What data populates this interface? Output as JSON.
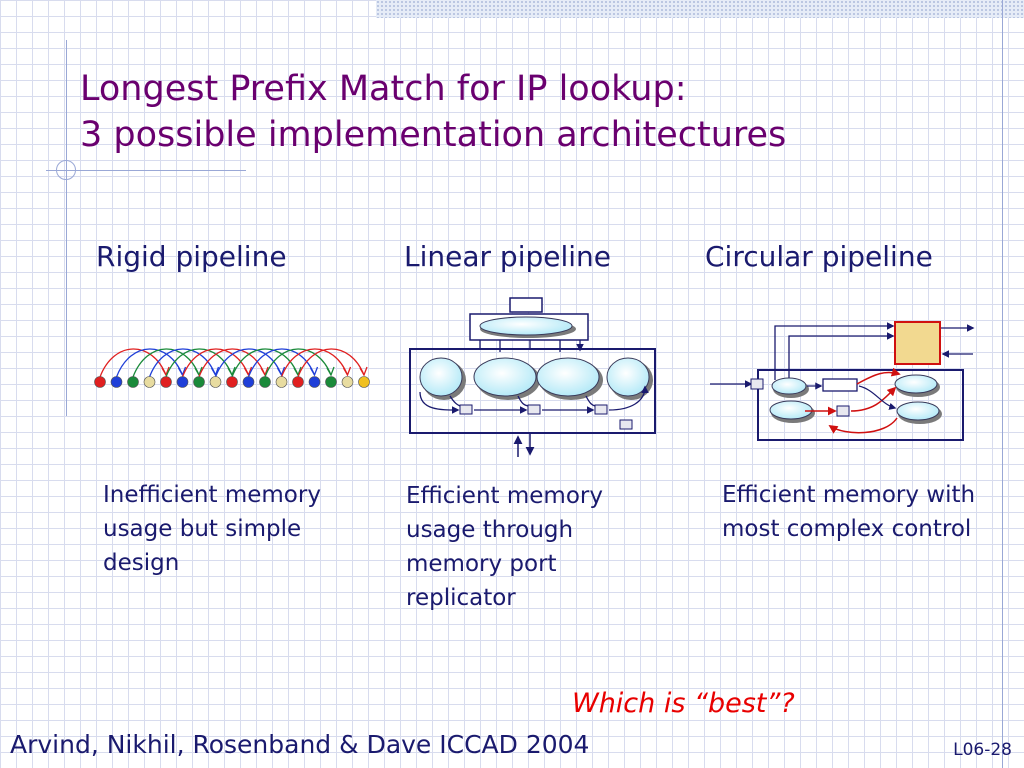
{
  "slide": {
    "title_line1": "Longest Prefix Match for IP lookup:",
    "title_line2": "3 possible implementation architectures",
    "footer_left": "Arvind, Nikhil, Rosenband & Dave ICCAD 2004",
    "footer_right": "L06-28",
    "question": "Which is “best”?"
  },
  "columns": [
    {
      "heading": "Rigid pipeline",
      "description": "Inefficient memory usage but simple design"
    },
    {
      "heading": "Linear pipeline",
      "description": "Efficient memory usage through memory port replicator"
    },
    {
      "heading": "Circular pipeline",
      "description": "Efficient memory with most complex control"
    }
  ],
  "colors": {
    "title": "#6a006f",
    "text": "#1a1a6e",
    "question": "#e80000",
    "grid": "#d8dcee",
    "node_colors": [
      "#e02020",
      "#1f3fd8",
      "#1a8a3a",
      "#e8dca0",
      "#f0c020"
    ],
    "memory_box": "#f2d990",
    "memory_border": "#d01010"
  }
}
